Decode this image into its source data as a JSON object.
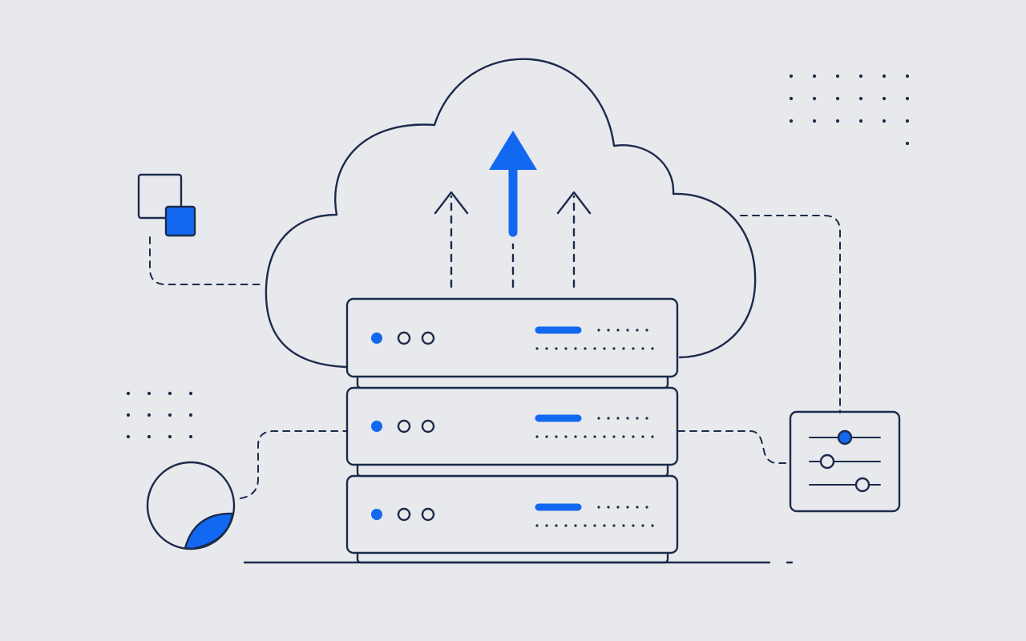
{
  "illustration": {
    "subject": "cloud-upload-server-rack",
    "server_units": 3,
    "upload_arrows": 3,
    "slider_levels": [
      0.5,
      0.2,
      0.75
    ]
  },
  "colors": {
    "background": "#e8e9ec",
    "stroke": "#1b2b4b",
    "accent": "#1268f0",
    "fill_light": "#e8e9ec"
  },
  "icons": [
    "cloud-icon",
    "upload-arrow-icon",
    "server-rack-icon",
    "overlapping-squares-icon",
    "pie-chart-icon",
    "settings-sliders-icon",
    "dot-grid-icon"
  ]
}
